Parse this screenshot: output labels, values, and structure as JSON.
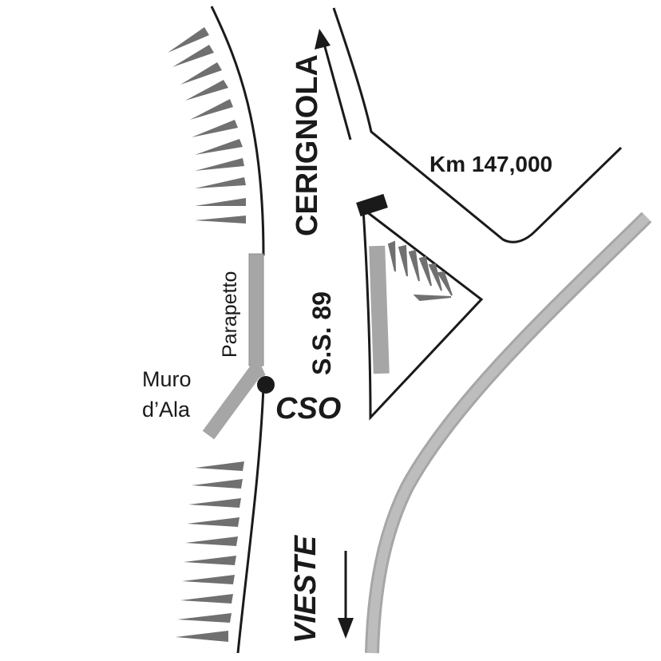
{
  "labels": {
    "cerignola": "CERIGNOLA",
    "vieste": "VIESTE",
    "km": "Km 147,000",
    "road": "S.S. 89",
    "cso": "CSO",
    "parapetto": "Parapetto",
    "muro_line1": "Muro",
    "muro_line2": "d’Ala"
  },
  "colors": {
    "road_edge": "#1a1a1a",
    "barrier": "#a6a6a6",
    "embankment": "#707070",
    "text": "#1a1a1a"
  }
}
